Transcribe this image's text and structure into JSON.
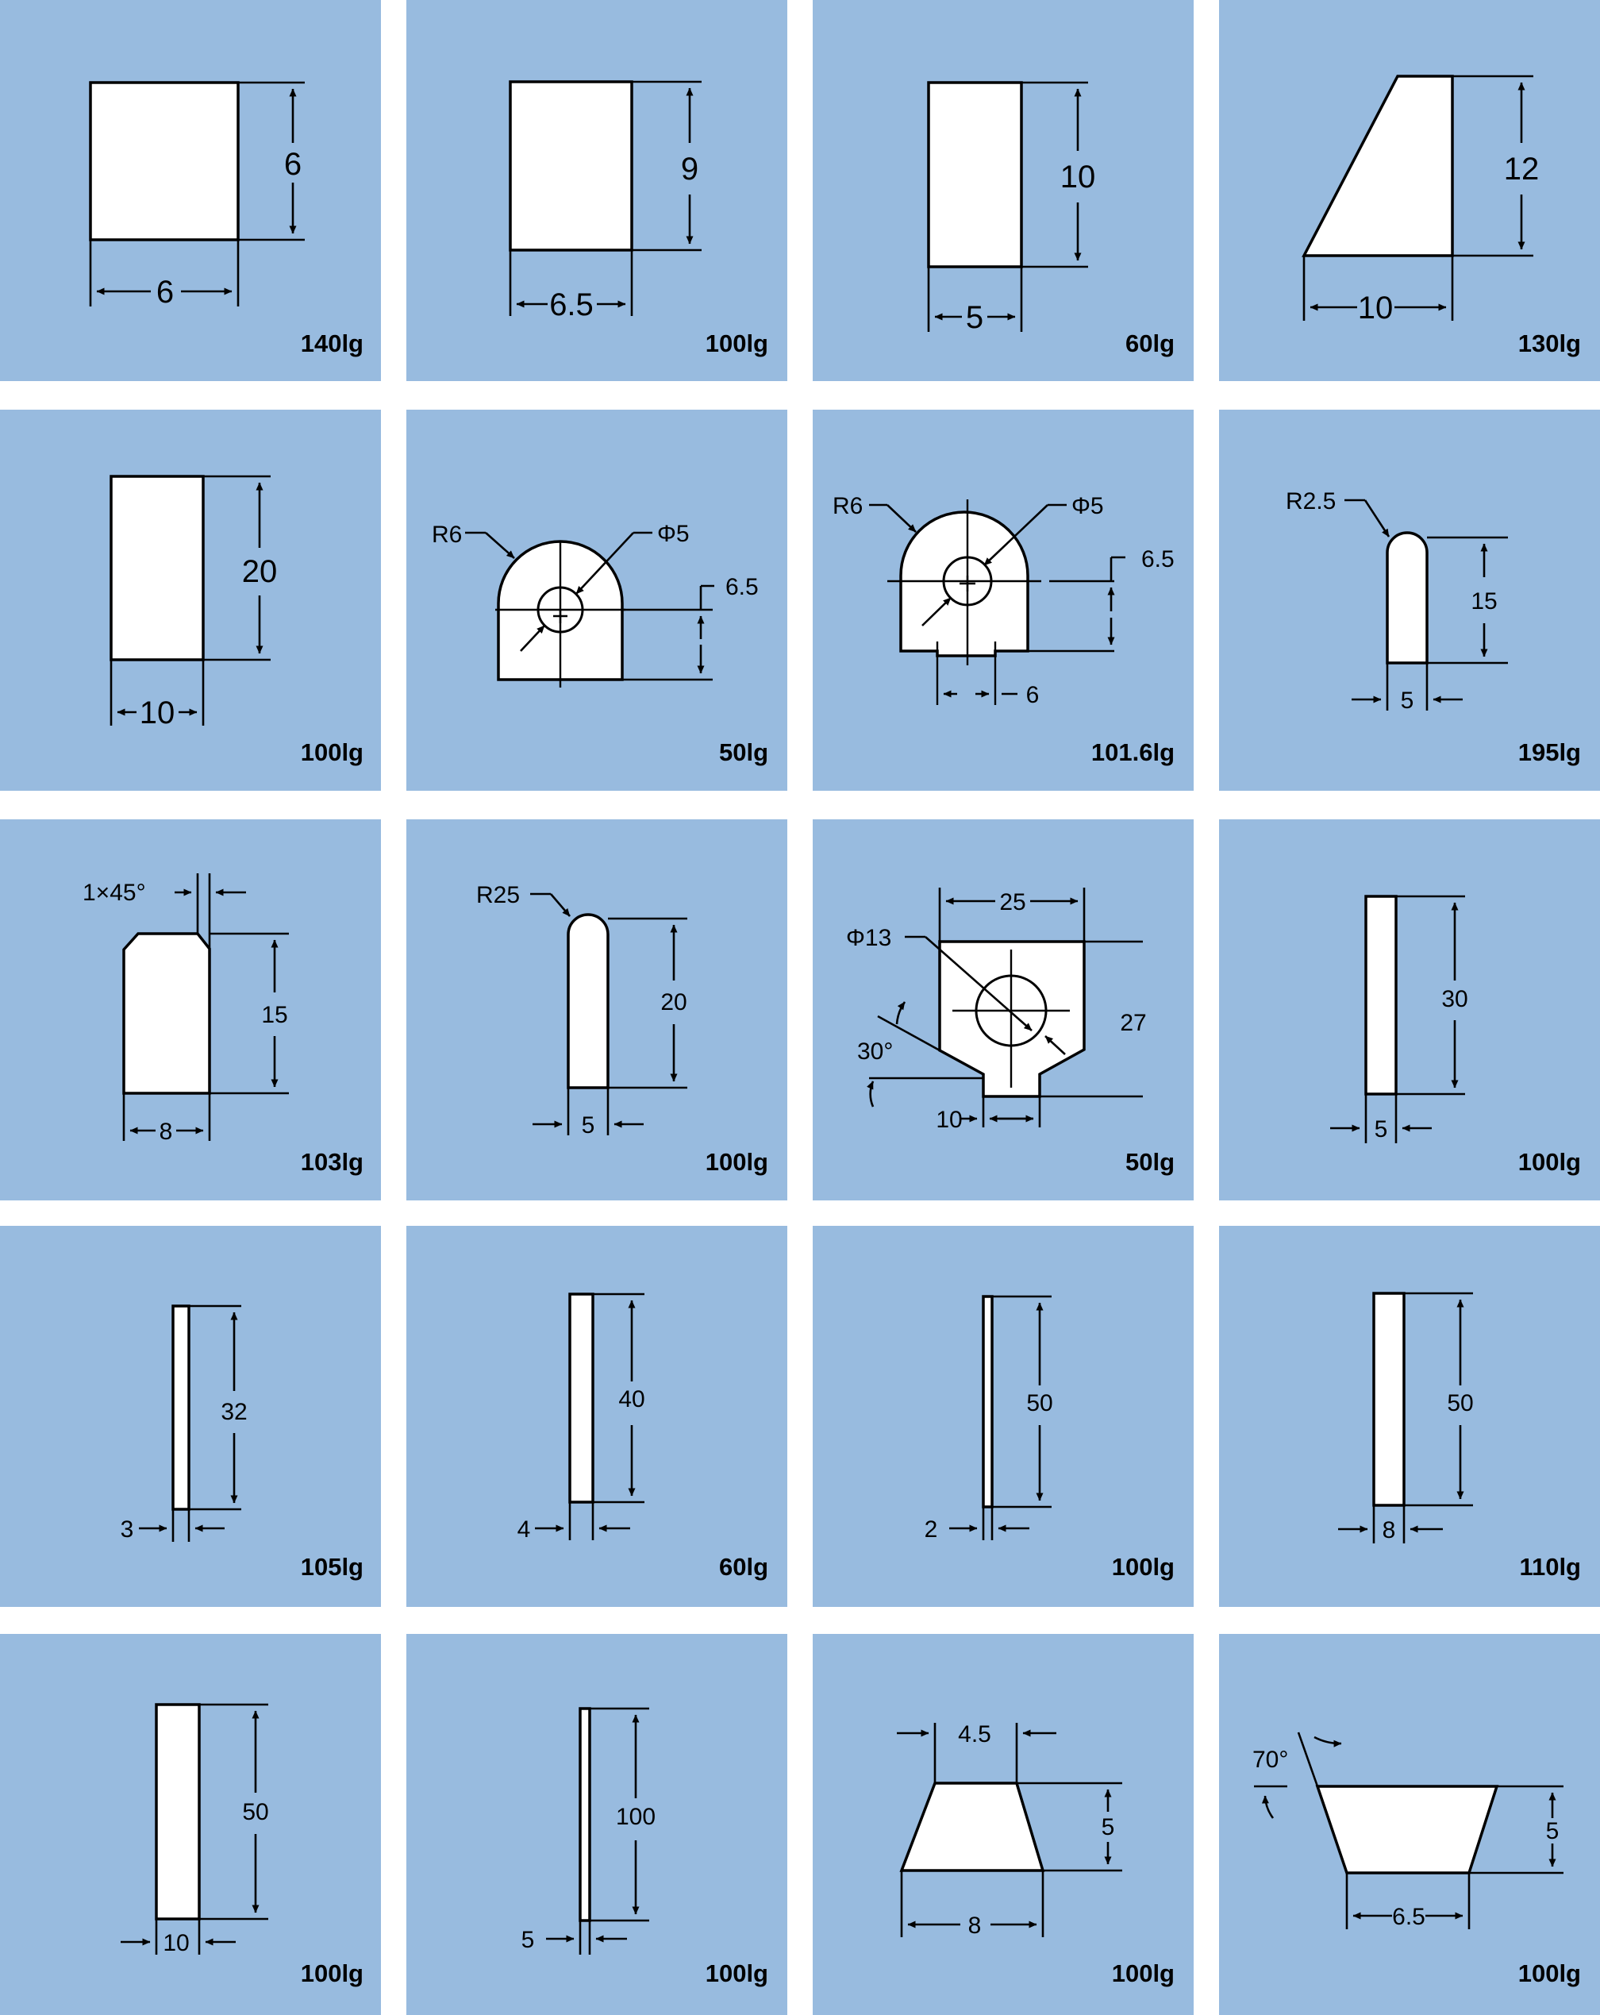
{
  "parts": [
    {
      "weight": "140lg",
      "dims": [
        "6",
        "6"
      ]
    },
    {
      "weight": "100lg",
      "dims": [
        "9",
        "6.5"
      ]
    },
    {
      "weight": "60lg",
      "dims": [
        "10",
        "5"
      ]
    },
    {
      "weight": "130lg",
      "dims": [
        "12",
        "10"
      ]
    },
    {
      "weight": "100lg",
      "dims": [
        "20",
        "10"
      ]
    },
    {
      "weight": "50lg",
      "dims": [
        "R6",
        "Φ5",
        "6.5"
      ]
    },
    {
      "weight": "101.6lg",
      "dims": [
        "R6",
        "Φ5",
        "6.5",
        "6"
      ]
    },
    {
      "weight": "195lg",
      "dims": [
        "R2.5",
        "15",
        "5"
      ]
    },
    {
      "weight": "103lg",
      "dims": [
        "1×45°",
        "15",
        "8"
      ]
    },
    {
      "weight": "100lg",
      "dims": [
        "R25",
        "20",
        "5"
      ]
    },
    {
      "weight": "50lg",
      "dims": [
        "25",
        "Φ13",
        "27",
        "30°",
        "10"
      ]
    },
    {
      "weight": "100lg",
      "dims": [
        "30",
        "5"
      ]
    },
    {
      "weight": "105lg",
      "dims": [
        "32",
        "3"
      ]
    },
    {
      "weight": "60lg",
      "dims": [
        "40",
        "4"
      ]
    },
    {
      "weight": "100lg",
      "dims": [
        "50",
        "2"
      ]
    },
    {
      "weight": "110lg",
      "dims": [
        "50",
        "8"
      ]
    },
    {
      "weight": "100lg",
      "dims": [
        "50",
        "10"
      ]
    },
    {
      "weight": "100lg",
      "dims": [
        "100",
        "5"
      ]
    },
    {
      "weight": "100lg",
      "dims": [
        "4.5",
        "5",
        "8"
      ]
    },
    {
      "weight": "100lg",
      "dims": [
        "70°",
        "5",
        "6.5"
      ]
    }
  ],
  "colors": {
    "tile": "#98bbdf",
    "shape_fill": "#ffffff",
    "line": "#000000"
  }
}
